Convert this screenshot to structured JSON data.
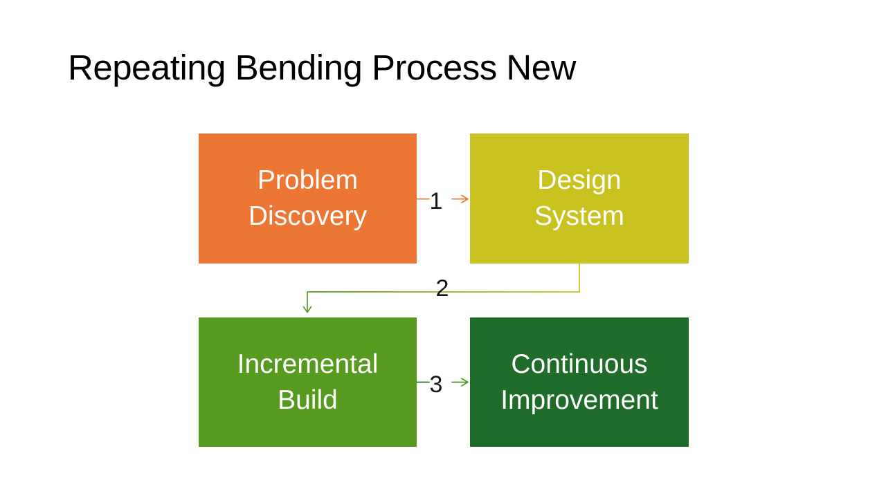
{
  "slide": {
    "title": "Repeating Bending Process New"
  },
  "colors": {
    "background": "#FFFFFF",
    "title_text": "#000000",
    "node_text": "#FFFFFF",
    "connector_label_text": "#141414",
    "problem_discovery_fill": "#EC7633",
    "design_system_fill": "#C9C221",
    "incremental_build_fill": "#579A20",
    "continuous_improvement_fill": "#1E6B2A",
    "connector1_stroke": "#EC7633"
  },
  "diagram": {
    "nodes": [
      {
        "id": "problem-discovery",
        "line1": "Problem",
        "line2": "Discovery"
      },
      {
        "id": "design-system",
        "line1": "Design",
        "line2": "System"
      },
      {
        "id": "incremental-build",
        "line1": "Incremental",
        "line2": "Build"
      },
      {
        "id": "continuous-improvement",
        "line1": "Continuous",
        "line2": "Improvement"
      }
    ],
    "connectors": [
      {
        "label": "1",
        "from": "problem-discovery",
        "to": "design-system"
      },
      {
        "label": "2",
        "from": "design-system",
        "to": "incremental-build"
      },
      {
        "label": "3",
        "from": "incremental-build",
        "to": "continuous-improvement"
      }
    ]
  }
}
